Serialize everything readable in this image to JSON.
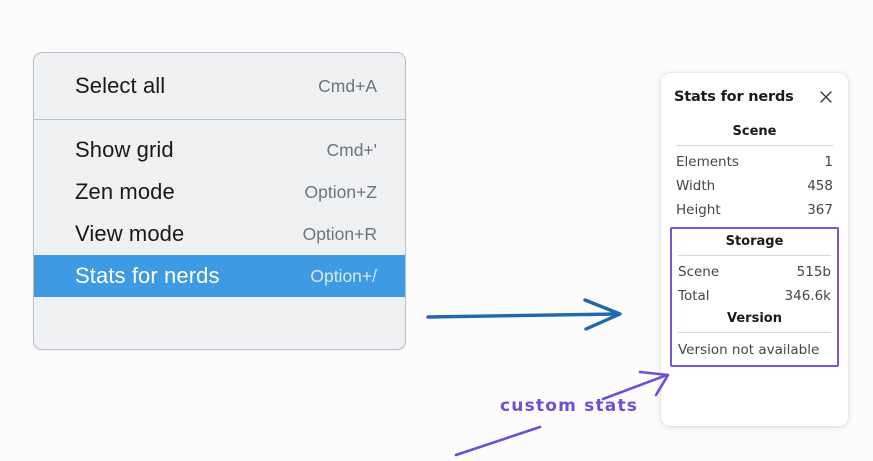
{
  "context_menu": {
    "name": "canvas-context-menu",
    "groups": [
      {
        "items": [
          {
            "label": "Select all",
            "shortcut": "Cmd+A",
            "selected": false
          }
        ]
      },
      {
        "items": [
          {
            "label": "Show grid",
            "shortcut": "Cmd+'",
            "selected": false
          },
          {
            "label": "Zen mode",
            "shortcut": "Option+Z",
            "selected": false
          },
          {
            "label": "View mode",
            "shortcut": "Option+R",
            "selected": false
          },
          {
            "label": "Stats for nerds",
            "shortcut": "Option+/",
            "selected": true
          }
        ]
      }
    ],
    "highlight_color": "#3d9ae3",
    "background_color": "#f0f1f3"
  },
  "stats_panel": {
    "title": "Stats for nerds",
    "close_icon": "close-icon",
    "scene": {
      "heading": "Scene",
      "rows": [
        {
          "label": "Elements",
          "value": "1"
        },
        {
          "label": "Width",
          "value": "458"
        },
        {
          "label": "Height",
          "value": "367"
        }
      ]
    },
    "storage": {
      "heading": "Storage",
      "rows": [
        {
          "label": "Scene",
          "value": "515b"
        },
        {
          "label": "Total",
          "value": "346.6k"
        }
      ]
    },
    "version": {
      "heading": "Version",
      "note": "Version not available"
    },
    "highlight_border_color": "#7b55d6"
  },
  "annotations": {
    "custom_stats_label": "custom stats",
    "blue_arrow_color": "#2268ac",
    "purple_color": "#6f4fd6"
  }
}
